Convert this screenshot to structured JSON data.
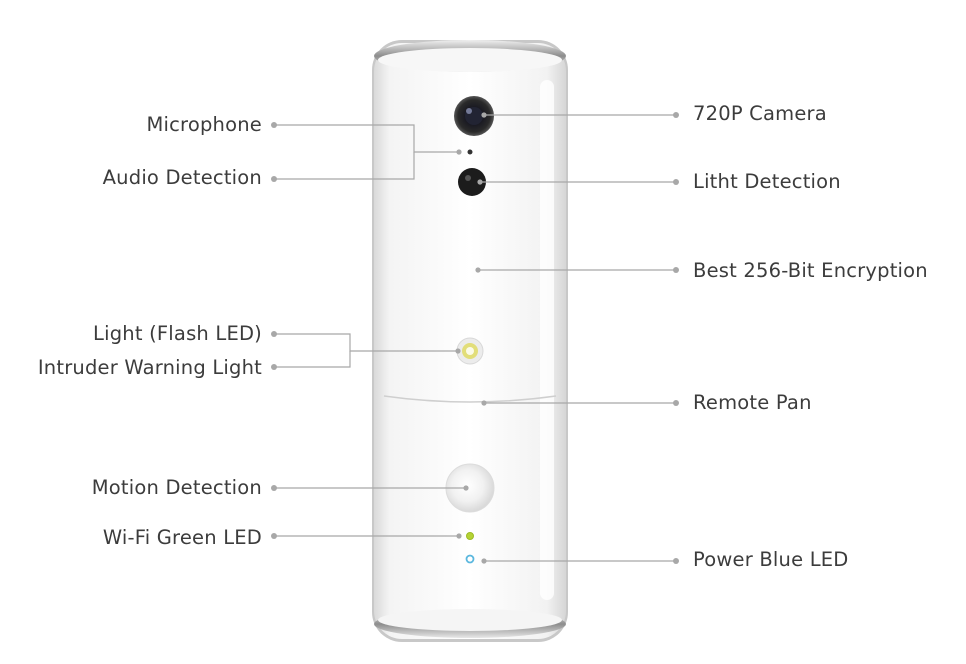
{
  "labels_left": [
    {
      "key": "microphone",
      "text": "Microphone"
    },
    {
      "key": "audio-detection",
      "text": "Audio Detection"
    },
    {
      "key": "light-flash-led",
      "text": "Light (Flash LED)"
    },
    {
      "key": "intruder-warning-light",
      "text": "Intruder Warning Light"
    },
    {
      "key": "motion-detection",
      "text": "Motion Detection"
    },
    {
      "key": "wifi-green-led",
      "text": "Wi-Fi Green LED"
    }
  ],
  "labels_right": [
    {
      "key": "camera",
      "text": "720P Camera"
    },
    {
      "key": "light-detection",
      "text": "Litht Detection"
    },
    {
      "key": "encryption",
      "text": "Best 256-Bit Encryption"
    },
    {
      "key": "remote-pan",
      "text": "Remote Pan"
    },
    {
      "key": "power-blue-led",
      "text": "Power Blue LED"
    }
  ],
  "colors": {
    "label_text": "#3c3c3c",
    "leader_line": "#a8a8a8",
    "wifi_led": "#b5d334",
    "power_led": "#5ab7de",
    "flash_led": "#e2de7a"
  }
}
